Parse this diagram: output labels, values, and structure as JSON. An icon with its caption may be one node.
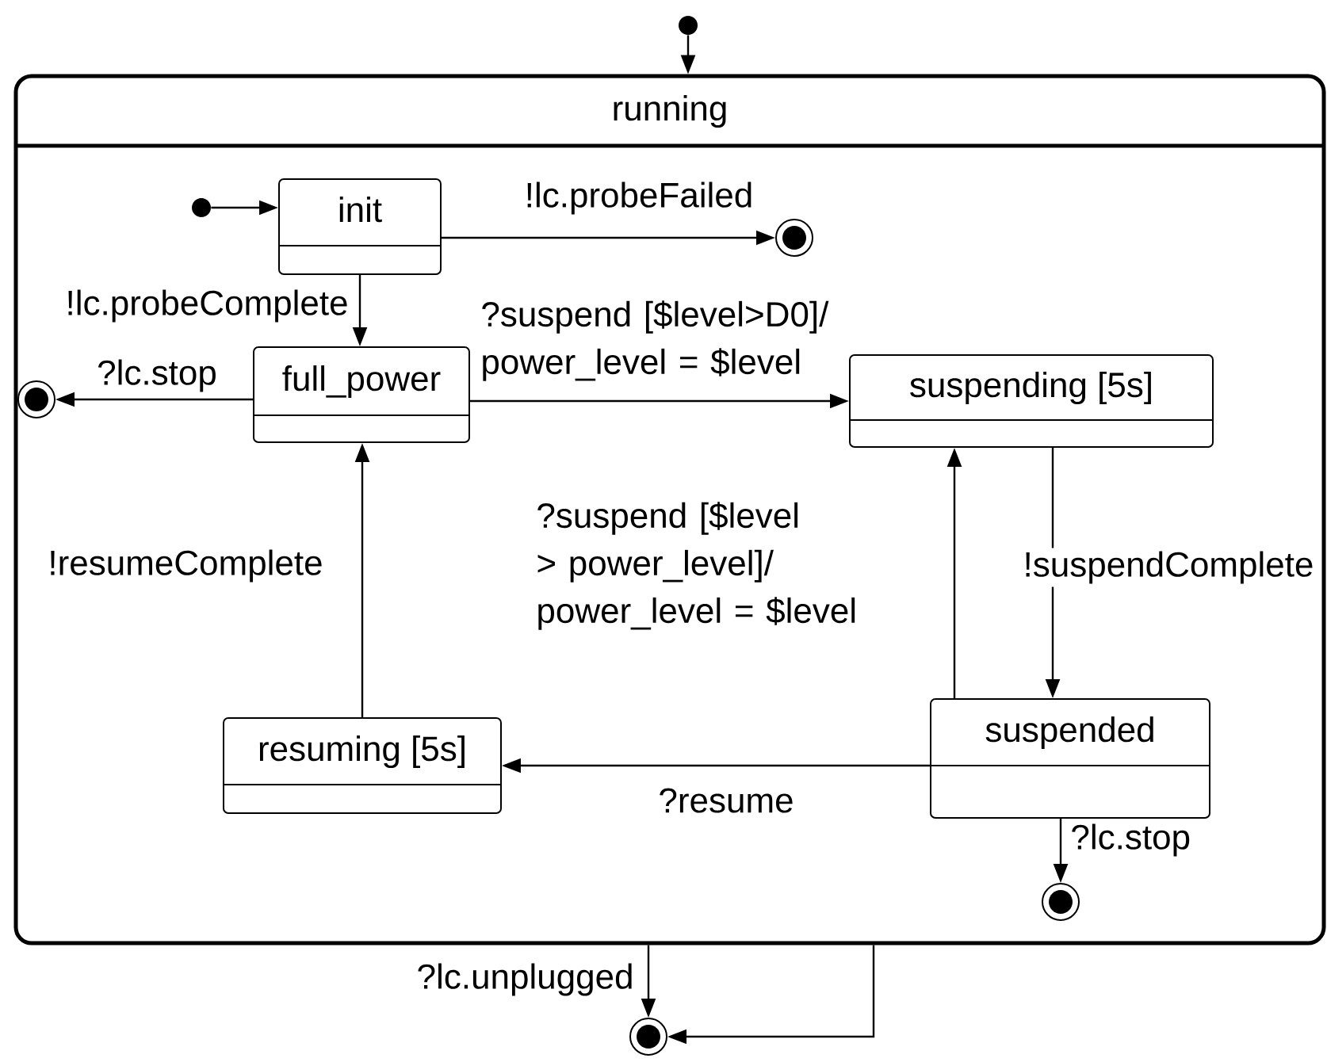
{
  "diagram": {
    "nodes": [
      {
        "text": [],
        "shape": "circle"
      },
      {
        "text": [
          "running"
        ]
      },
      {
        "text": [],
        "shape": "circle",
        "in": 1
      },
      {
        "text": [
          "init"
        ],
        "in": 1
      },
      {
        "text": [],
        "shape": "circle",
        "in": 1
      },
      {
        "text": [
          "full_power"
        ],
        "in": 1
      },
      {
        "text": [],
        "shape": "circle",
        "in": 1
      },
      {
        "text": [
          "suspending [5s]"
        ],
        "in": 1
      },
      {
        "text": [
          "suspended"
        ],
        "in": 1
      },
      {
        "text": [
          "resuming [5s]"
        ],
        "in": 1
      },
      {
        "text": [],
        "shape": "circle",
        "in": 1
      },
      {
        "text": [],
        "shape": "circle"
      }
    ],
    "edges": [
      {
        "from": 0,
        "to": 1,
        "arrow": "to"
      },
      {
        "from": 2,
        "to": 3,
        "arrow": "to"
      },
      {
        "from": 3,
        "to": 4,
        "arrow": "to",
        "label": "!lc.probeFailed"
      },
      {
        "from": 3,
        "to": 5,
        "arrow": "to",
        "label": "!lc.probeComplete"
      },
      {
        "from": 5,
        "to": 6,
        "arrow": "to",
        "label": "?lc.stop"
      },
      {
        "from": 5,
        "to": 7,
        "arrow": "to",
        "label": "?suspend [$level>D0]/ power_level = $level"
      },
      {
        "from": 7,
        "to": 8,
        "arrow": "to",
        "label": "!suspendComplete"
      },
      {
        "from": 8,
        "to": 7,
        "arrow": "to",
        "label": "?suspend [$level > power_level]/ power_level = $level"
      },
      {
        "from": 8,
        "to": 9,
        "arrow": "to",
        "label": "?resume"
      },
      {
        "from": 9,
        "to": 5,
        "arrow": "to",
        "label": "!resumeComplete"
      },
      {
        "from": 8,
        "to": 10,
        "arrow": "to",
        "label": "?lc.stop"
      },
      {
        "from": 1,
        "to": 11,
        "arrow": "to",
        "label": "?lc.unplugged"
      },
      {
        "from": 1,
        "to": 11,
        "arrow": "to"
      }
    ]
  }
}
